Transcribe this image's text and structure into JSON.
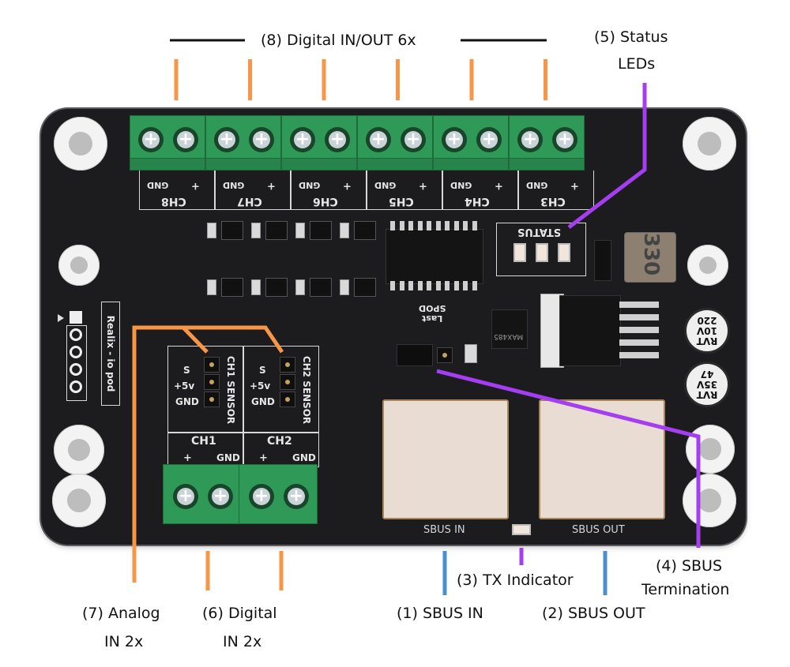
{
  "colors": {
    "digital_io": "#f79646",
    "analog_in": "#f79646",
    "sbus_port": "#4a90d0",
    "indicator": "#a53ef0",
    "title_rule": "#111111"
  },
  "annotations": {
    "digital_io": "(8) Digital IN/OUT 6x",
    "status_leds": [
      "(5) Status",
      "LEDs"
    ],
    "analog_in": [
      "(7) Analog",
      "IN 2x"
    ],
    "digital_in": [
      "(6) Digital",
      "IN 2x"
    ],
    "sbus_in": "(1) SBUS IN",
    "tx_indicator": "(3) TX Indicator",
    "sbus_out": "(2) SBUS OUT",
    "sbus_termination": [
      "(4) SBUS",
      "Termination"
    ]
  },
  "board": {
    "title": "Realix - io pod",
    "top_channels": [
      {
        "name": "CH8",
        "gnd": "GND",
        "plus": "+"
      },
      {
        "name": "CH7",
        "gnd": "GND",
        "plus": "+"
      },
      {
        "name": "CH6",
        "gnd": "GND",
        "plus": "+"
      },
      {
        "name": "CH5",
        "gnd": "GND",
        "plus": "+"
      },
      {
        "name": "CH4",
        "gnd": "GND",
        "plus": "+"
      },
      {
        "name": "CH3",
        "gnd": "GND",
        "plus": "+"
      }
    ],
    "status_label": "STATUS",
    "spod_label": [
      "Last",
      "SPOD"
    ],
    "sensors": [
      {
        "title": "CH1 SENSOR",
        "pins": [
          "S",
          "+5v",
          "GND"
        ]
      },
      {
        "title": "CH2 SENSOR",
        "pins": [
          "S",
          "+5v",
          "GND"
        ]
      }
    ],
    "bottom_channels": [
      {
        "name": "CH1",
        "plus": "+",
        "gnd": "GND"
      },
      {
        "name": "CH2",
        "plus": "+",
        "gnd": "GND"
      }
    ],
    "inductor_label": "330",
    "cap_1": [
      "RVT",
      "10V",
      "220"
    ],
    "cap_2": [
      "RVT",
      "35V",
      "47"
    ],
    "transceiver_label": "MAX485",
    "port_in_label": "SBUS IN",
    "port_out_label": "SBUS OUT"
  }
}
